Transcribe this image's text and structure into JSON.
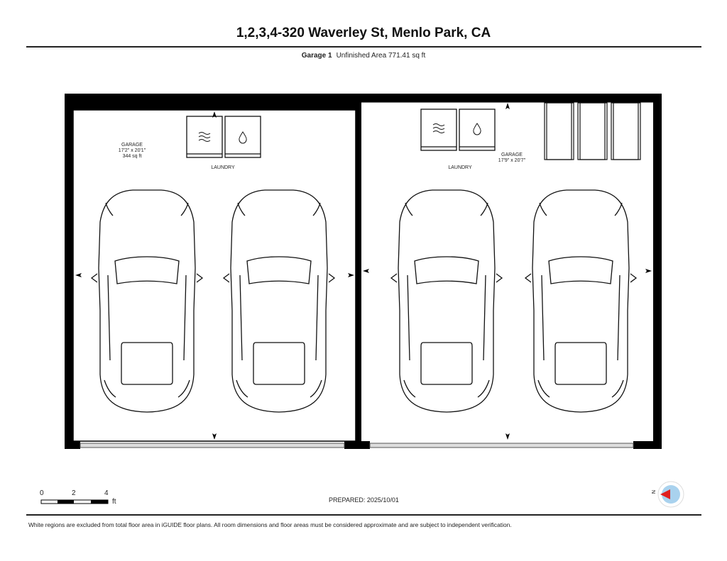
{
  "header": {
    "title": "1,2,3,4-320 Waverley St, Menlo Park, CA"
  },
  "subheader": {
    "level": "Garage 1",
    "area_text": "Unfinished Area 771.41 sq ft"
  },
  "rooms": [
    {
      "name": "GARAGE",
      "dimensions": "17'2\" x 20'1\"",
      "area": "344 sq ft"
    },
    {
      "name": "GARAGE",
      "dimensions": "17'9\" x 20'7\""
    }
  ],
  "laundry_labels": [
    "LAUNDRY",
    "LAUNDRY"
  ],
  "scale_bar": {
    "ticks": [
      "0",
      "2",
      "4"
    ],
    "unit": "ft"
  },
  "prepared": "PREPARED: 2025/10/01",
  "compass": {
    "label": "N",
    "accent_color": "#e02020",
    "ring_color": "#9cc8e8"
  },
  "footer": {
    "disclaimer": "White regions are excluded from total floor area in iGUIDE floor plans. All room dimensions and floor areas must be considered approximate and are subject to independent verification."
  }
}
